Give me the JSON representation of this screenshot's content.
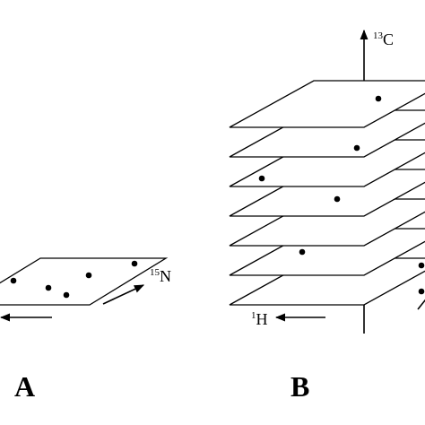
{
  "panels": {
    "a": {
      "label": "A",
      "axis_15n": "N",
      "axis_15n_sup": "15"
    },
    "b": {
      "label": "B",
      "axis_13c": "C",
      "axis_13c_sup": "13",
      "axis_1h": "H",
      "axis_1h_sup": "1"
    }
  },
  "colors": {
    "ink": "#000000",
    "background": "#ffffff"
  }
}
